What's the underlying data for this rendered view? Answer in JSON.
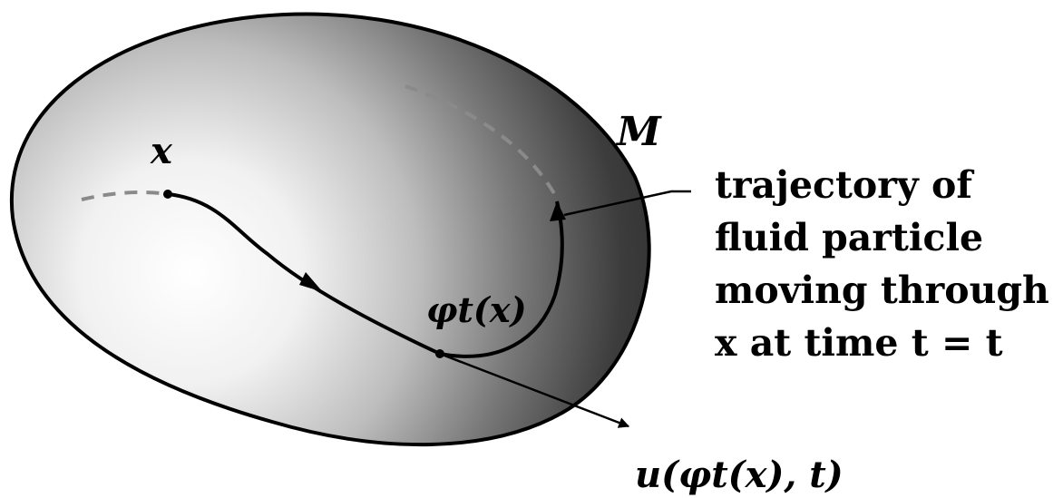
{
  "labels": {
    "manifold": "M",
    "point": "x",
    "flow_point": "φt(x)",
    "velocity": "u(φt(x), t)"
  },
  "annotation": {
    "lines": [
      "trajectory of",
      "fluid particle",
      "moving through",
      "x at time t = t"
    ]
  },
  "colors": {
    "outline": "#000000",
    "shade_light": "#ffffff",
    "shade_dark": "#2b2b2b",
    "dashed_trajectory": "#8a8a8a"
  }
}
